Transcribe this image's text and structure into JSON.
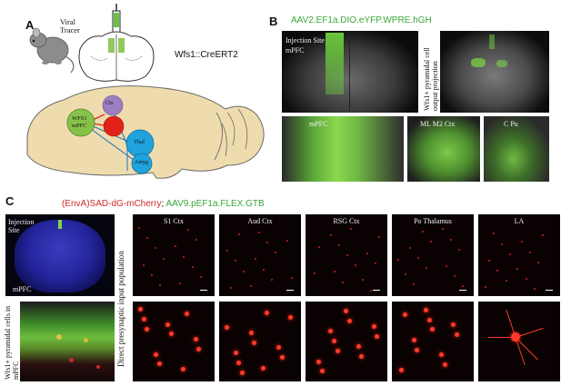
{
  "panelA": {
    "letter": "A",
    "viral_tracer_label": "Viral\nTracer",
    "mouse_line_label": "Wfs1::CreERT2",
    "regions": {
      "ctx": "Ctx",
      "wfs1": "WFS1",
      "mpfc": "mPFC",
      "red_region": "",
      "thal": "Thal",
      "amyg": "Amyg"
    },
    "colors": {
      "ctx": "#9b7fc0",
      "wfs1": "#86c24a",
      "red": "#e0221a",
      "thal": "#1fa3dc",
      "amyg": "#1fa3dc",
      "brain": "#efdcae"
    }
  },
  "panelB": {
    "letter": "B",
    "title": "AAV2.EF1a.DIO.eYFP.WPRE.hGH",
    "title_color": "#3aa83a",
    "injection_site_label": "Injection Site",
    "injection_site_region": "mPFC",
    "vertical_label": "Wfs1+ pyramidal cell output projection",
    "insets": [
      "mPFC",
      "ML M2 Ctx",
      "C Pu"
    ]
  },
  "panelC": {
    "letter": "C",
    "title_part1": "(EnvA)SAD-dG-mCherry",
    "title_sep": "; ",
    "title_part2": "AAV9.pEF1a.FLEX.GTB",
    "title_color1": "#d22a2a",
    "title_color2": "#3aa83a",
    "injection_label": "Injection\nSite",
    "injection_region": "mPFC",
    "left_vertical_label": "Wfs1+ pyramidal cells in mPFC",
    "row_vertical_label": "Direct presynaptic input population",
    "regions": [
      "S1 Ctx",
      "Aud Ctx",
      "RSG Ctx",
      "Po Thalamus",
      "LA"
    ]
  }
}
